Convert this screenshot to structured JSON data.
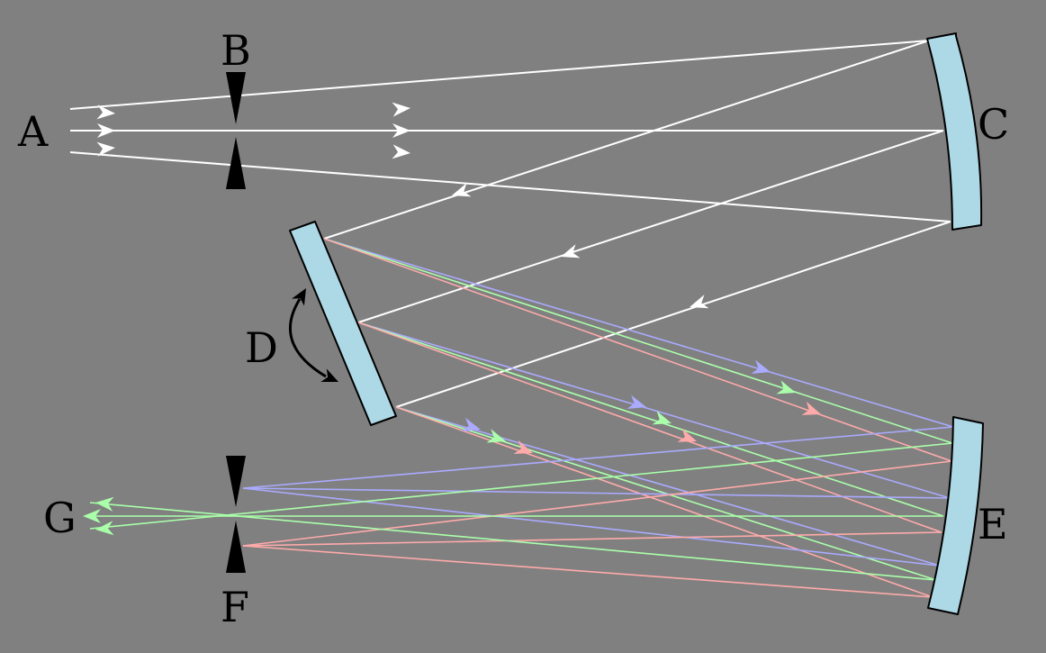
{
  "labels": {
    "a": "A",
    "b": "B",
    "c": "C",
    "d": "D",
    "e": "E",
    "f": "F",
    "g": "G"
  },
  "colors": {
    "background": "#808080",
    "white_light": "#ffffff",
    "blue_light": "#aaaaff",
    "green_light": "#aaffaa",
    "red_light": "#ffaaaa",
    "optic_fill": "#add8e6",
    "outline": "#000000"
  }
}
